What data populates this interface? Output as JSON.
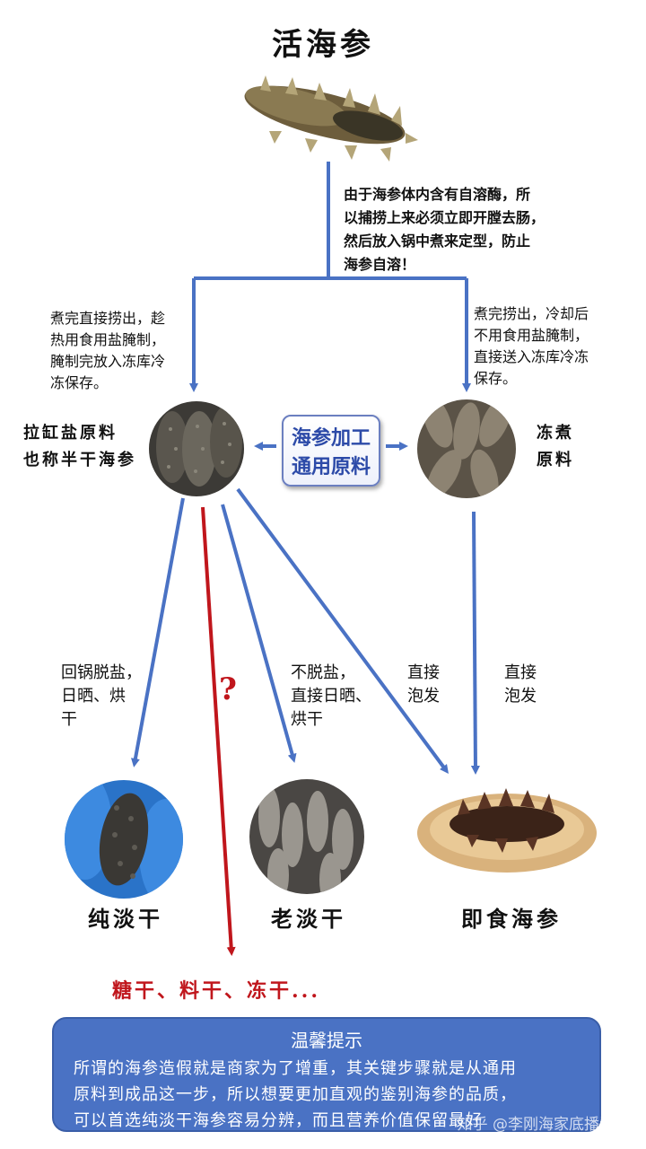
{
  "title": "活海参",
  "top_note": [
    "由于海参体内含有自溶酶，所",
    "以捕捞上来必须立即开膛去肠，",
    "然后放入锅中煮来定型，防止",
    "海参自溶！"
  ],
  "left_note": [
    "煮完直接捞出，趁",
    "热用食用盐腌制，",
    "腌制完放入冻库冷",
    "冻保存。"
  ],
  "right_note": [
    "煮完捞出，冷却后",
    "不用食用盐腌制，",
    "直接送入冻库冷冻",
    "保存。"
  ],
  "left_material": [
    "拉缸盐原料",
    "也称半干海参"
  ],
  "center_box": [
    "海参加工",
    "通用原料"
  ],
  "right_material": [
    "冻煮",
    "原料"
  ],
  "branch_notes": {
    "pure_dry": [
      "回锅脱盐，",
      "日晒、烘",
      "干"
    ],
    "question": "?",
    "old_dry": [
      "不脱盐，",
      "直接日晒、",
      "烘干"
    ],
    "direct_soak_1": [
      "直接",
      "泡发"
    ],
    "direct_soak_2": [
      "直接",
      "泡发"
    ]
  },
  "products": {
    "pure_dry": "纯淡干",
    "old_dry": "老淡干",
    "ready_to_eat": "即食海参",
    "other": "糖干、料干、冻干..."
  },
  "tip": {
    "title": "温馨提示",
    "lines": [
      "所谓的海参造假就是商家为了增重，其关键步骤就是从通用",
      "原料到成品这一步，所以想要更加直观的鉴别海参的品质，",
      "可以首选纯淡干海参容易分辨，而且营养价值保留最好"
    ]
  },
  "watermark": "知乎 @李刚海家底播海参",
  "colors": {
    "arrow_blue": "#4a72c4",
    "arrow_red": "#c0161c"
  }
}
